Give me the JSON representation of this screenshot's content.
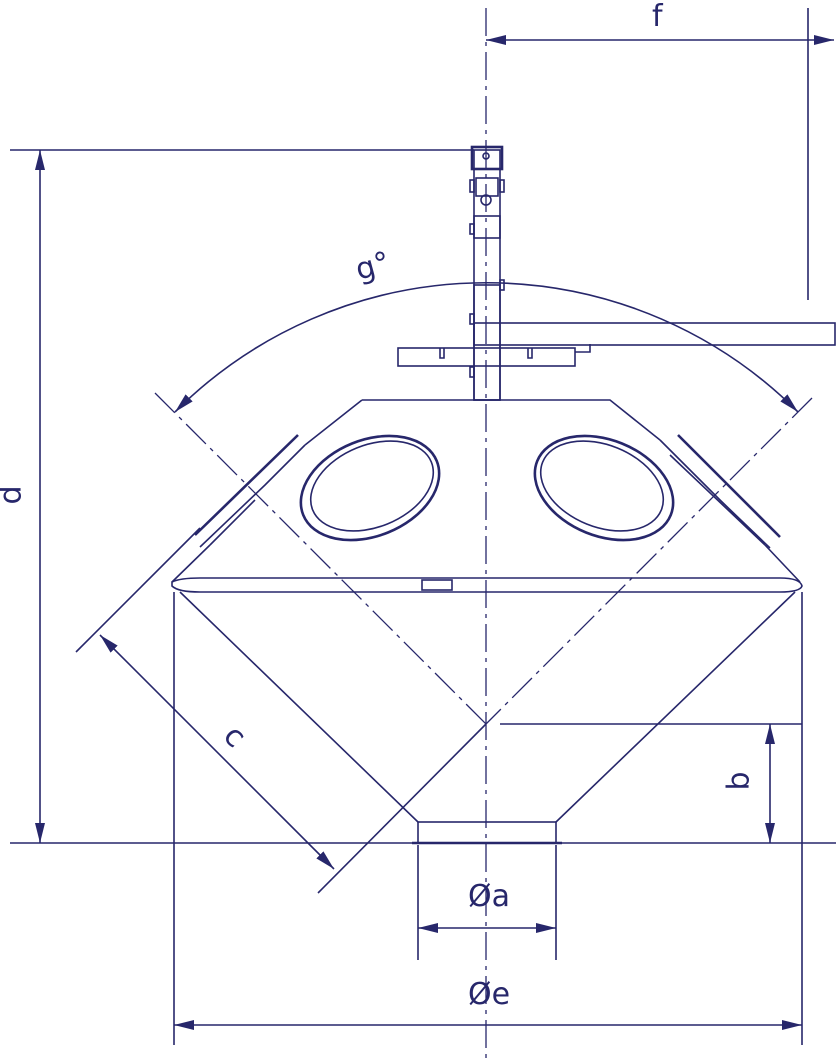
{
  "drawing": {
    "line_color": "#27276b",
    "labels": {
      "f": "f",
      "d": "d",
      "g": "g°",
      "c": "c",
      "b": "b",
      "a": "Øa",
      "e": "Øe"
    }
  }
}
